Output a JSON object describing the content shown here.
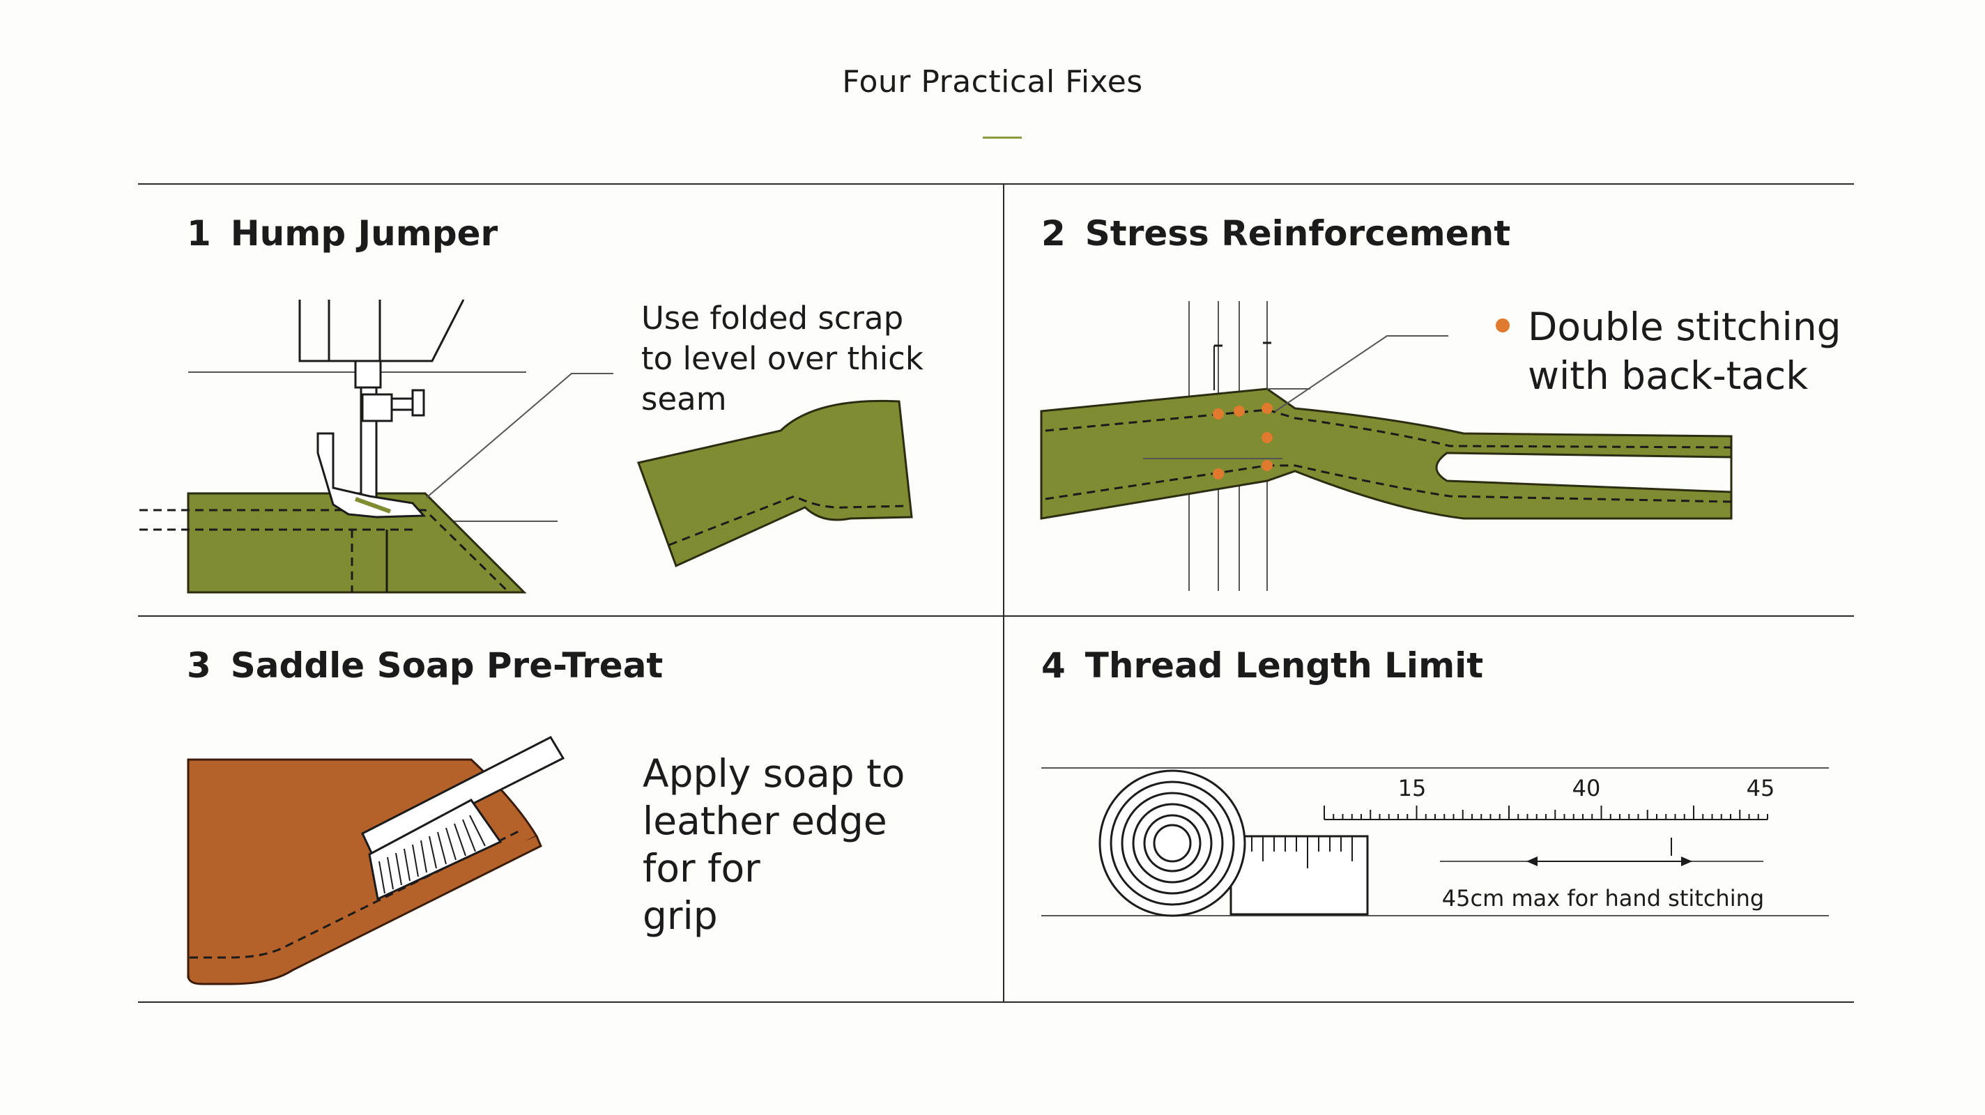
{
  "title": "Four Practical Fixes",
  "colors": {
    "fabric_green": "#7f8c32",
    "leather_brown": "#b5612a",
    "accent_orange": "#e07a2e",
    "title_rule_green": "#8a9a3c"
  },
  "panels": [
    {
      "number": "1",
      "heading": "Hump Jumper",
      "caption_lines": [
        "Use folded scrap",
        "to level over thick",
        "seam"
      ],
      "icon": "sewing-machine-foot-icon"
    },
    {
      "number": "2",
      "heading": "Stress Reinforcement",
      "caption_lines": [
        "Double stitching",
        "with back-tack"
      ],
      "icon": "reinforced-strap-icon"
    },
    {
      "number": "3",
      "heading": "Saddle Soap Pre-Treat",
      "caption_lines": [
        "Apply soap to",
        "leather edge",
        "for for",
        "grip"
      ],
      "icon": "brush-on-leather-icon"
    },
    {
      "number": "4",
      "heading": "Thread Length Limit",
      "icon": "tape-measure-icon",
      "ruler_labels": [
        "15",
        "40",
        "45"
      ],
      "measure_note": "45cm max for hand stitching"
    }
  ]
}
